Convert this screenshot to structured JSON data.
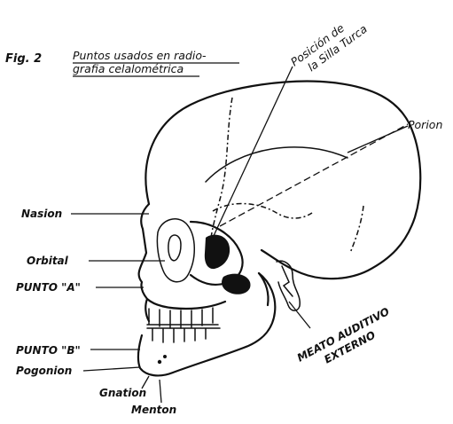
{
  "figure": {
    "number": "Fig. 2",
    "caption_line1": "Puntos usados en radio-",
    "caption_line2": "grafia celalométrica"
  },
  "labels": {
    "silla_line1": "Posición de",
    "silla_line2": "la Silla Turca",
    "porion": "Porion",
    "nasion": "Nasion",
    "orbital": "Orbital",
    "punto_a": "PUNTO \"A\"",
    "punto_b": "PUNTO \"B\"",
    "pogonion": "Pogonion",
    "gnation": "Gnation",
    "menton": "Menton",
    "meato_line1": "MEATO AUDITIVO",
    "meato_line2": "EXTERNO"
  }
}
